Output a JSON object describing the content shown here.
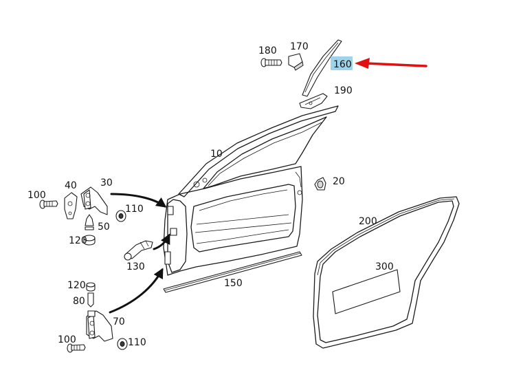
{
  "highlight_color": "#9fd3ea",
  "pointer_color": "#e01010",
  "labels": {
    "p10": "10",
    "p20": "20",
    "p30": "30",
    "p40": "40",
    "p50": "50",
    "p70": "70",
    "p80": "80",
    "p100_top": "100",
    "p100_bottom": "100",
    "p110_top": "110",
    "p110_bottom": "110",
    "p120_top": "120",
    "p120_bottom": "120",
    "p130": "130",
    "p150": "150",
    "p160": "160",
    "p170": "170",
    "p180": "180",
    "p190": "190",
    "p200": "200",
    "p300": "300"
  },
  "icons": {
    "pointer": "red-arrow-icon",
    "callout": "curved-arrow-icon"
  }
}
